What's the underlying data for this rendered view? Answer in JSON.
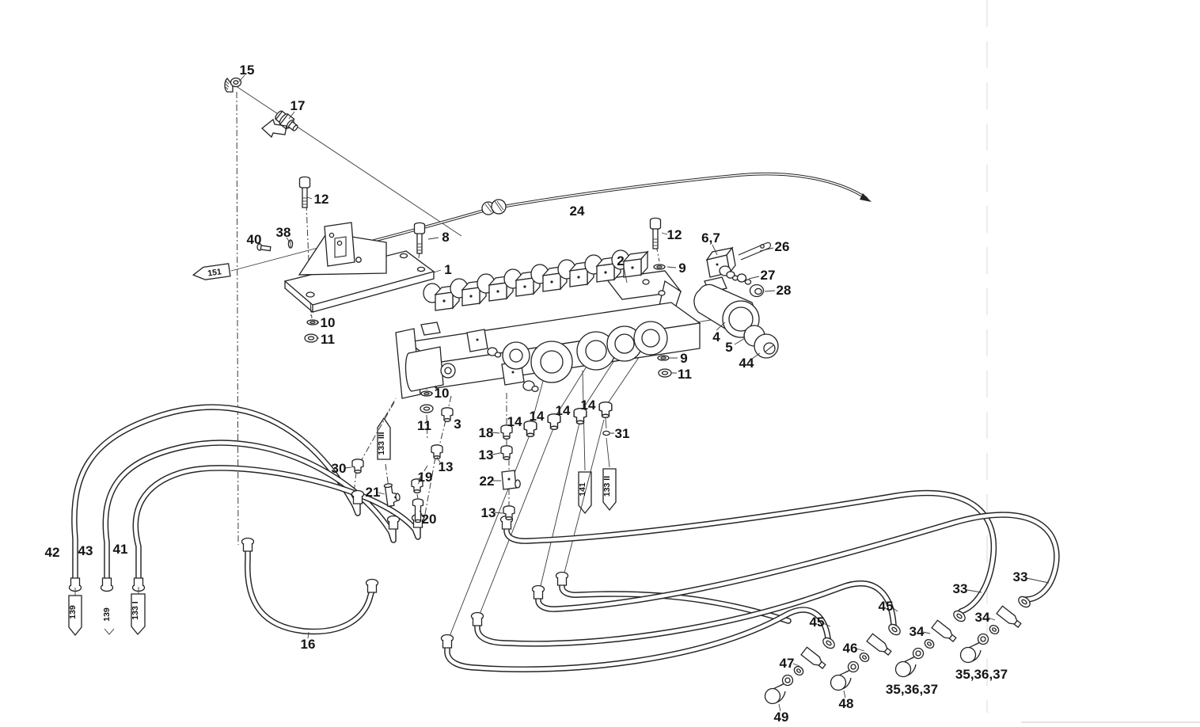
{
  "figure": {
    "background_color": "#ffffff",
    "line_color": "#232323"
  },
  "part_labels": {
    "p15": "15",
    "p17": "17",
    "p12a": "12",
    "p40": "40",
    "p38": "38",
    "p8": "8",
    "p1": "1",
    "p24": "24",
    "p2": "2",
    "p12b": "12",
    "p9a": "9",
    "p67": "6,7",
    "p26": "26",
    "p27": "27",
    "p28": "28",
    "p4": "4",
    "p5": "5",
    "p44": "44",
    "p9b": "9",
    "p11b": "11",
    "p10a": "10",
    "p11a": "11",
    "p10b": "10",
    "p11c": "11",
    "p3": "3",
    "p18": "18",
    "p13a": "13",
    "p14a": "14",
    "p14b": "14",
    "p14c": "14",
    "p14d": "14",
    "p31": "31",
    "p30": "30",
    "p21": "21",
    "p19": "19",
    "p20": "20",
    "p13b": "13",
    "p22": "22",
    "p13c": "13",
    "p16": "16",
    "p42": "42",
    "p43": "43",
    "p41": "41",
    "p45a": "45",
    "p45b": "45",
    "p46": "46",
    "p47": "47",
    "p48": "48",
    "p49": "49",
    "p33a": "33",
    "p33b": "33",
    "p34a": "34",
    "p34b": "34",
    "p353637a": "35,36,37",
    "p353637b": "35,36,37"
  },
  "ref_tags": {
    "t151": "151",
    "t133iii": "133 III",
    "t141": "141",
    "t133ii": "133 II",
    "t139a": "139",
    "t139b": "139",
    "t133i": "133 I"
  }
}
